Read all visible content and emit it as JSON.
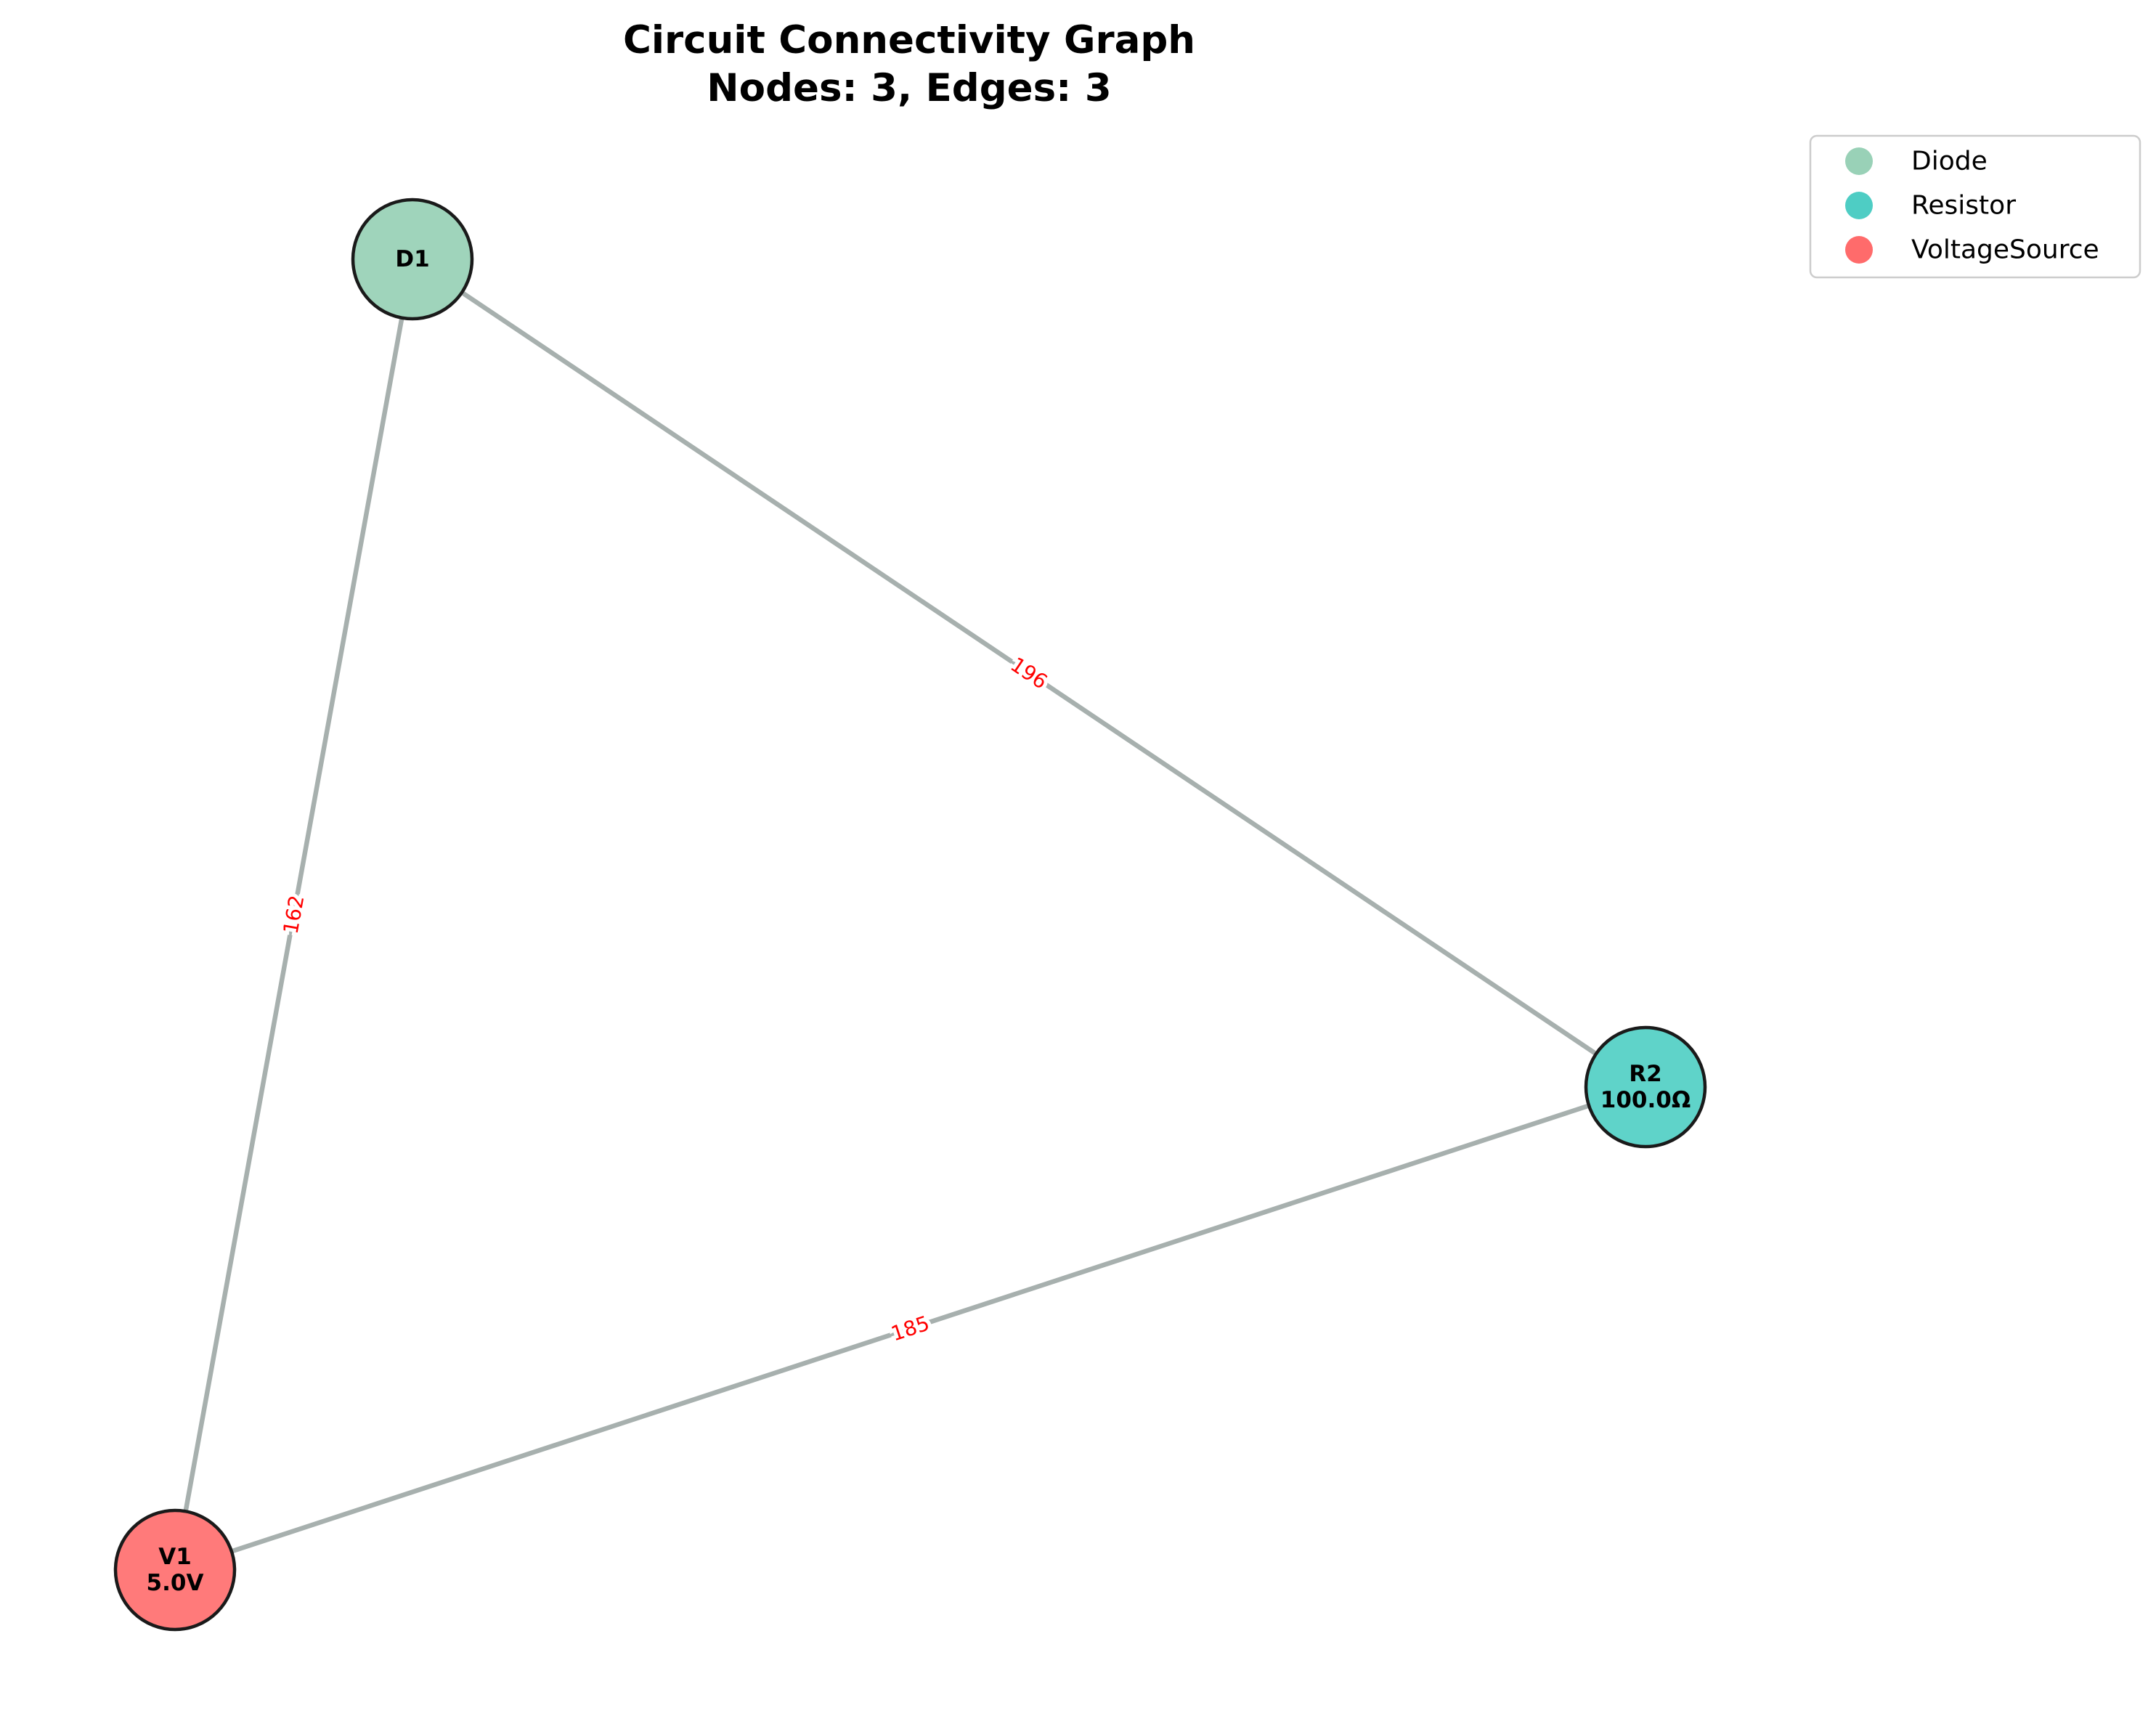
{
  "title": {
    "line1": "Circuit Connectivity Graph",
    "line2": "Nodes: 3, Edges: 3"
  },
  "colors": {
    "edge": "#a7b0ae",
    "edge_label": "#ff0000",
    "node_border": "#1a1a1a",
    "legend_border": "#cccccc"
  },
  "legend": {
    "items": [
      {
        "label": "Diode",
        "color": "#99d1b7"
      },
      {
        "label": "Resistor",
        "color": "#4ecdc4"
      },
      {
        "label": "VoltageSource",
        "color": "#ff6b6b"
      }
    ]
  },
  "nodes": [
    {
      "id": "D1",
      "label_line1": "D1",
      "label_line2": "",
      "type": "Diode",
      "color": "#9fd4bb"
    },
    {
      "id": "R2",
      "label_line1": "R2",
      "label_line2": "100.0Ω",
      "type": "Resistor",
      "color": "#5fd3c9"
    },
    {
      "id": "V1",
      "label_line1": "V1",
      "label_line2": "5.0V",
      "type": "VoltageSource",
      "color": "#ff7a7a"
    }
  ],
  "edges": [
    {
      "source": "D1",
      "target": "R2",
      "label": "196"
    },
    {
      "source": "D1",
      "target": "V1",
      "label": "162"
    },
    {
      "source": "V1",
      "target": "R2",
      "label": "185"
    }
  ]
}
